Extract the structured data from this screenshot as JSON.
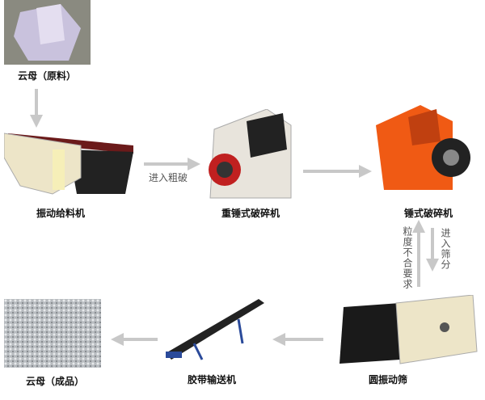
{
  "steps": {
    "raw": "云母（原料）",
    "feeder": "振动给料机",
    "heavy_crusher": "重锤式破碎机",
    "hammer_crusher": "锤式破碎机",
    "screen": "圆振动筛",
    "conveyor": "胶带输送机",
    "product": "云母（成品）"
  },
  "notes": {
    "coarse": "进入粗破",
    "reject": "粒度不合要求",
    "to_screen": "进入筛分"
  },
  "colors": {
    "arrow": "#c8c8c8",
    "orange": "#f05a14",
    "cream": "#ede5c8"
  }
}
